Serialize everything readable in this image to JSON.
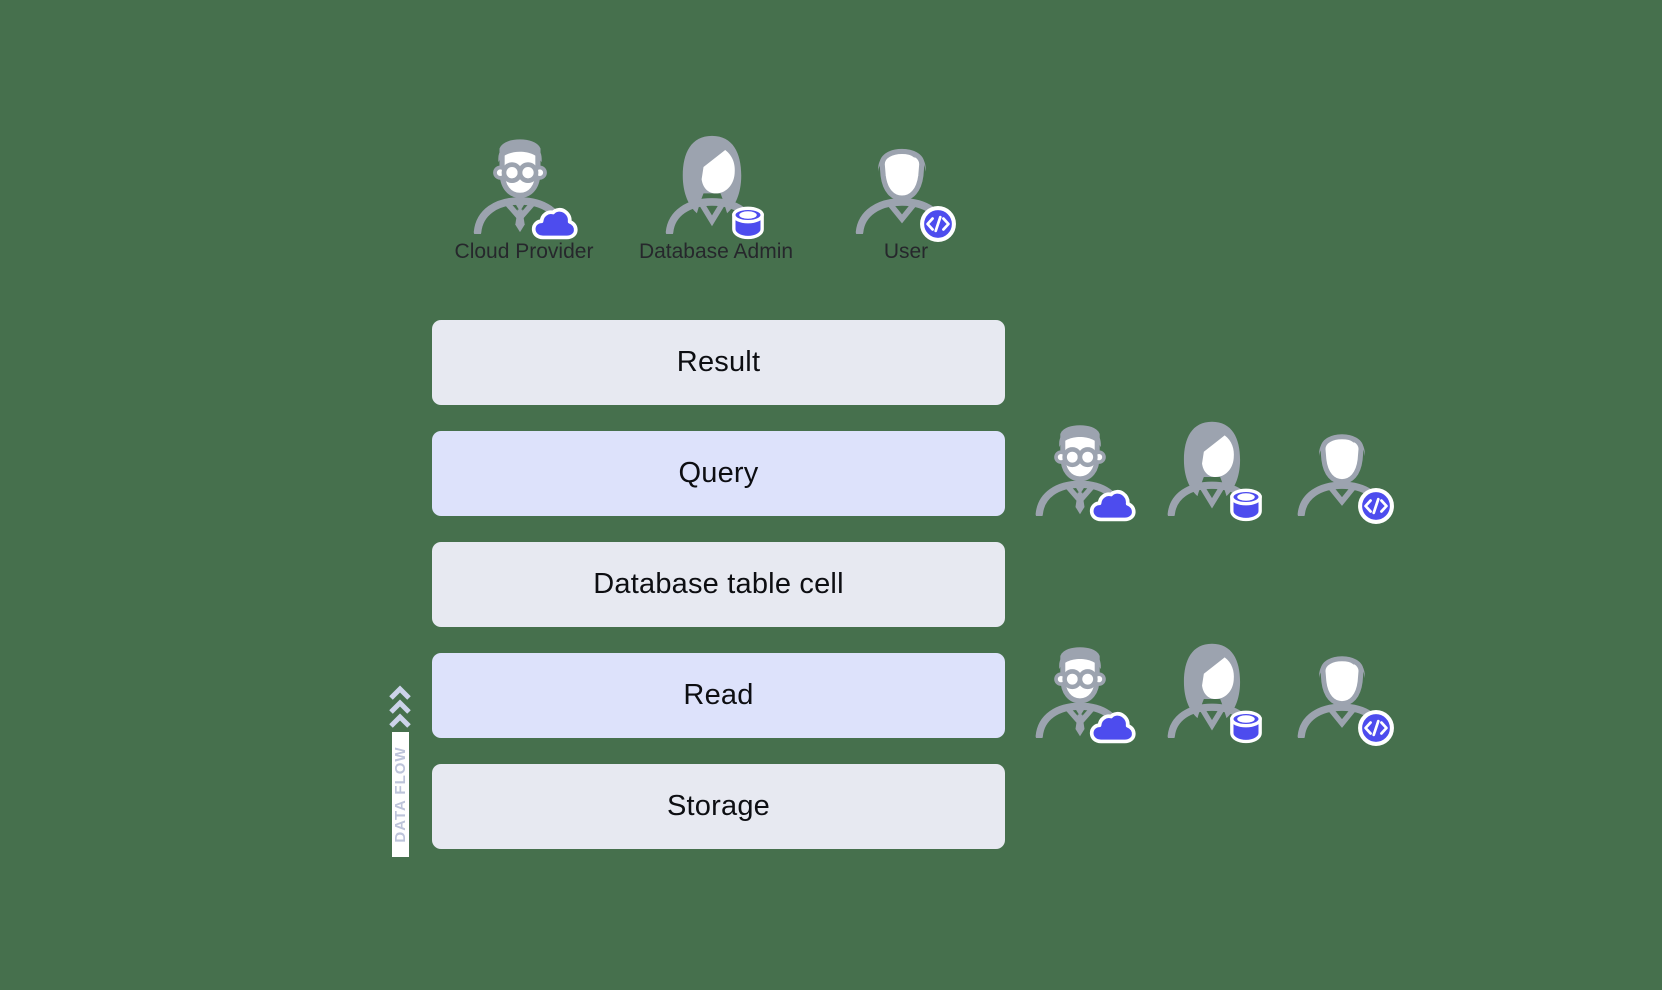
{
  "canvas": {
    "background_color": "#46704d"
  },
  "colors": {
    "accent_blue": "#4d4cee",
    "icon_gray": "#9ca3af",
    "bar_gray": "#e7e9f1",
    "bar_lavender": "#dde2fb",
    "bar_text": "#0d0e12",
    "persona_label_text": "#26272c",
    "flow_text": "#bdc4da",
    "chevron": "#ccd3ea"
  },
  "personas": [
    {
      "label": "Cloud Provider",
      "icon": "admin-male-glasses-icon",
      "badge": "cloud-badge-icon"
    },
    {
      "label": "Database Admin",
      "icon": "admin-female-icon",
      "badge": "database-badge-icon"
    },
    {
      "label": "User",
      "icon": "user-male-icon",
      "badge": "code-badge-icon"
    }
  ],
  "layers": [
    {
      "label": "Result",
      "tone": "gray",
      "actors": []
    },
    {
      "label": "Query",
      "tone": "lavender",
      "actors": [
        "Cloud Provider",
        "Database Admin",
        "User"
      ]
    },
    {
      "label": "Database table cell",
      "tone": "gray",
      "actors": []
    },
    {
      "label": "Read",
      "tone": "lavender",
      "actors": [
        "Cloud Provider",
        "Database Admin",
        "User"
      ]
    },
    {
      "label": "Storage",
      "tone": "gray",
      "actors": []
    }
  ],
  "flow_label": {
    "text": "DATA FLOW",
    "chevron_count": 3,
    "direction": "up"
  },
  "code_badge_glyph": "</>"
}
